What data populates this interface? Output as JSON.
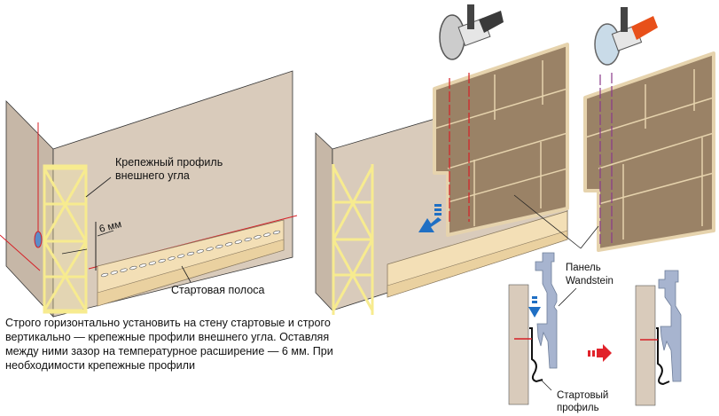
{
  "labels": {
    "corner_profile": [
      "Крепежный профиль",
      "внешнего угла"
    ],
    "gap": "6 мм",
    "starter_strip": "Стартовая полоса",
    "panel": [
      "Панель",
      "Wandstein"
    ],
    "starter_profile": [
      "Стартовый",
      "профиль"
    ]
  },
  "description": "Строго горизонтально установить на стену стартовые и строго вертикально — крепежные профили внешнего угла. Оставляя между ними зазор на температурное расширение — 6 мм. При необходимости крепежные профили",
  "colors": {
    "wall": "#d9cbbb",
    "wall_side": "#c4b6a6",
    "panel_stone": "#9a8266",
    "panel_edge": "#e6d3ad",
    "starter": "#f3dfb6",
    "profile_yellow": "#f7eb8f",
    "guide_red": "#d61f26",
    "guide_purple": "#8a3a8a",
    "arrow_blue": "#1f6fc4",
    "arrow_red": "#e1232b",
    "section_blue": "#a7b4cf"
  }
}
